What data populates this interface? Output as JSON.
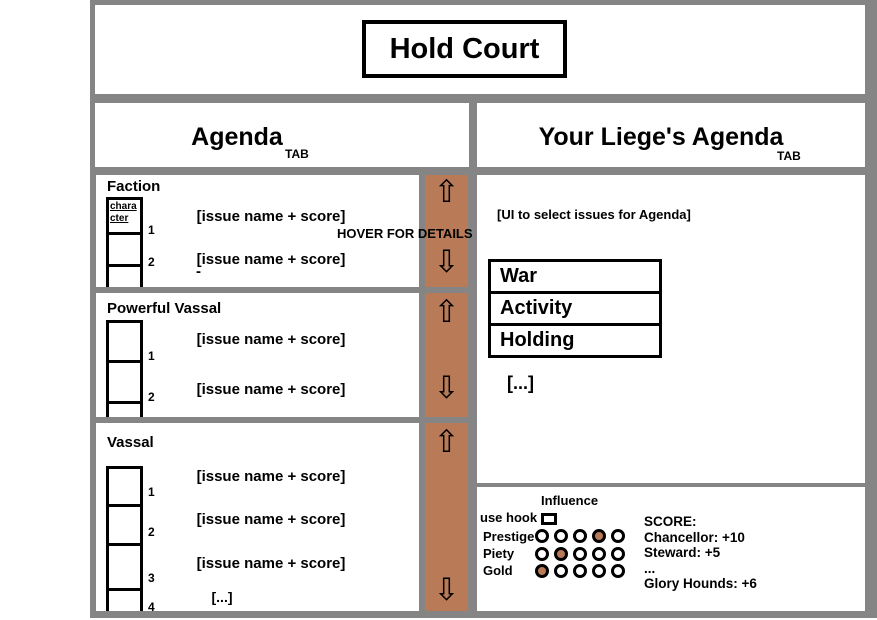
{
  "colors": {
    "accent_brown": "#b97a57",
    "frame_gray": "#858585",
    "panel_white": "#ffffff",
    "ink": "#000000"
  },
  "title_bar": {
    "button_label": "Hold Court"
  },
  "agenda_tab": {
    "title": "Agenda",
    "tab_label": "TAB"
  },
  "liege_tab": {
    "title": "Your Liege's Agenda",
    "tab_label": "TAB"
  },
  "hover_note": "HOVER FOR DETAILS",
  "icons": {
    "up_arrow": "⇧",
    "down_arrow": "⇩"
  },
  "sections": [
    {
      "title": "Faction",
      "portrait_label": "chara\ncter",
      "slot_numbers": [
        "1",
        "2"
      ],
      "issues": [
        "[issue name + score]",
        "[issue name + score]"
      ],
      "dash": "-"
    },
    {
      "title": "Powerful Vassal",
      "slot_numbers": [
        "1",
        "2"
      ],
      "issues": [
        "[issue name + score]",
        "[issue name + score]"
      ]
    },
    {
      "title": "Vassal",
      "slot_numbers": [
        "1",
        "2",
        "3",
        "4"
      ],
      "issues": [
        "[issue name + score]",
        "[issue name + score]",
        "[issue name + score]"
      ],
      "more": "[...]"
    }
  ],
  "liege_panel": {
    "note": "[UI to select issues for Agenda]",
    "issue_categories": [
      "War",
      "Activity",
      "Holding"
    ],
    "more": "[...]"
  },
  "influence_panel": {
    "title": "Influence",
    "use_hook_label": "use hook",
    "use_hook_checked": false,
    "currencies": [
      {
        "label": "Prestige",
        "pips": [
          0,
          0,
          0,
          1,
          0
        ]
      },
      {
        "label": "Piety",
        "pips": [
          0,
          1,
          0,
          0,
          0
        ]
      },
      {
        "label": "Gold",
        "pips": [
          1,
          0,
          0,
          0,
          0
        ]
      }
    ],
    "score_lines": [
      "SCORE:",
      "Chancellor: +10",
      "Steward: +5",
      "...",
      "Glory Hounds: +6"
    ]
  }
}
